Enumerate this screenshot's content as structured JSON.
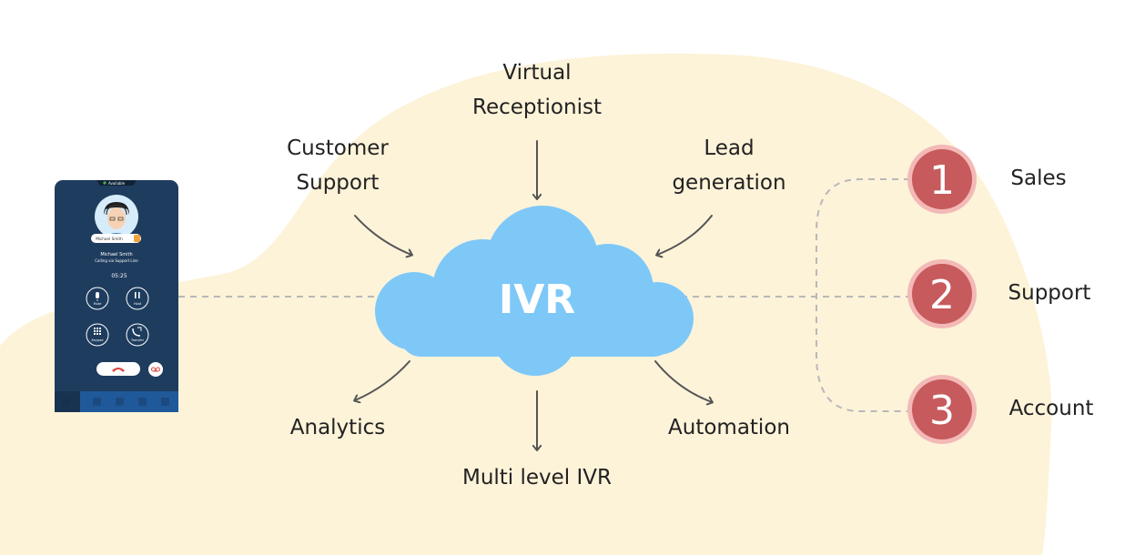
{
  "diagram": {
    "center": "IVR",
    "features": {
      "virtual_receptionist": [
        "Virtual",
        "Receptionist"
      ],
      "customer_support": [
        "Customer",
        "Support"
      ],
      "lead_generation": [
        "Lead",
        "generation"
      ],
      "analytics": "Analytics",
      "multi_level_ivr": "Multi level IVR",
      "automation": "Automation"
    },
    "options": [
      {
        "number": "1",
        "label": "Sales"
      },
      {
        "number": "2",
        "label": "Support"
      },
      {
        "number": "3",
        "label": "Account"
      }
    ]
  },
  "phone": {
    "status": "Available",
    "caller_name": "Michael Smith",
    "calling_via": "Calling via Support Line",
    "timer": "05:25",
    "buttons": {
      "mute": "Mute",
      "hold": "Hold",
      "keypad": "Keypad",
      "transfer": "Transfer"
    }
  },
  "colors": {
    "background_blob": "#fdf3d9",
    "cloud": "#7ec8f8",
    "badge_fill": "#c65a5c",
    "badge_ring": "#f3b9b7",
    "phone_body": "#1e3c5e",
    "arrow": "#555555",
    "dashed_line": "#b8b8b8"
  },
  "icons": {
    "mute": "microphone-icon",
    "hold": "pause-icon",
    "keypad": "keypad-icon",
    "transfer": "phone-transfer-icon",
    "end_call": "end-call-icon",
    "record": "voicemail-icon"
  }
}
